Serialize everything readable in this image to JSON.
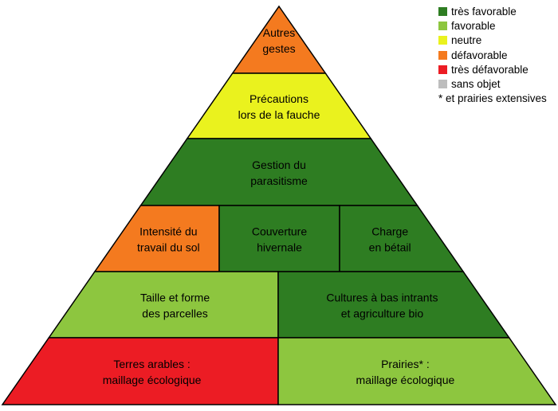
{
  "colors": {
    "tres_favorable": "#2e7d22",
    "favorable": "#8dc63f",
    "neutre": "#eaf21e",
    "defavorable": "#f47a1f",
    "tres_defavorable": "#ec1c24",
    "sans_objet": "#bdbdbd"
  },
  "legend": {
    "items": [
      {
        "label": "très favorable",
        "color": "#2e7d22"
      },
      {
        "label": "favorable",
        "color": "#8dc63f"
      },
      {
        "label": "neutre",
        "color": "#eaf21e"
      },
      {
        "label": "défavorable",
        "color": "#f47a1f"
      },
      {
        "label": "très défavorable",
        "color": "#ec1c24"
      },
      {
        "label": "sans objet",
        "color": "#bdbdbd"
      }
    ],
    "note": "* et prairies extensives"
  },
  "pyramid": {
    "tiers": [
      {
        "cells": [
          {
            "line1": "Autres",
            "line2": "gestes",
            "rating": "defavorable"
          }
        ]
      },
      {
        "cells": [
          {
            "line1": "Précautions",
            "line2": "lors de la fauche",
            "rating": "neutre"
          }
        ]
      },
      {
        "cells": [
          {
            "line1": "Gestion du",
            "line2": "parasitisme",
            "rating": "tres_favorable"
          }
        ]
      },
      {
        "cells": [
          {
            "line1": "Intensité du",
            "line2": "travail du sol",
            "rating": "defavorable"
          },
          {
            "line1": "Couverture",
            "line2": "hivernale",
            "rating": "tres_favorable"
          },
          {
            "line1": "Charge",
            "line2": "en bétail",
            "rating": "tres_favorable"
          }
        ]
      },
      {
        "cells": [
          {
            "line1": "Taille et forme",
            "line2": "des parcelles",
            "rating": "favorable"
          },
          {
            "line1": "Cultures à bas intrants",
            "line2": "et agriculture bio",
            "rating": "tres_favorable"
          }
        ]
      },
      {
        "cells": [
          {
            "line1": "Terres arables :",
            "line2": "maillage écologique",
            "rating": "tres_defavorable"
          },
          {
            "line1": "Prairies* :",
            "line2": "maillage écologique",
            "rating": "favorable"
          }
        ]
      }
    ]
  }
}
